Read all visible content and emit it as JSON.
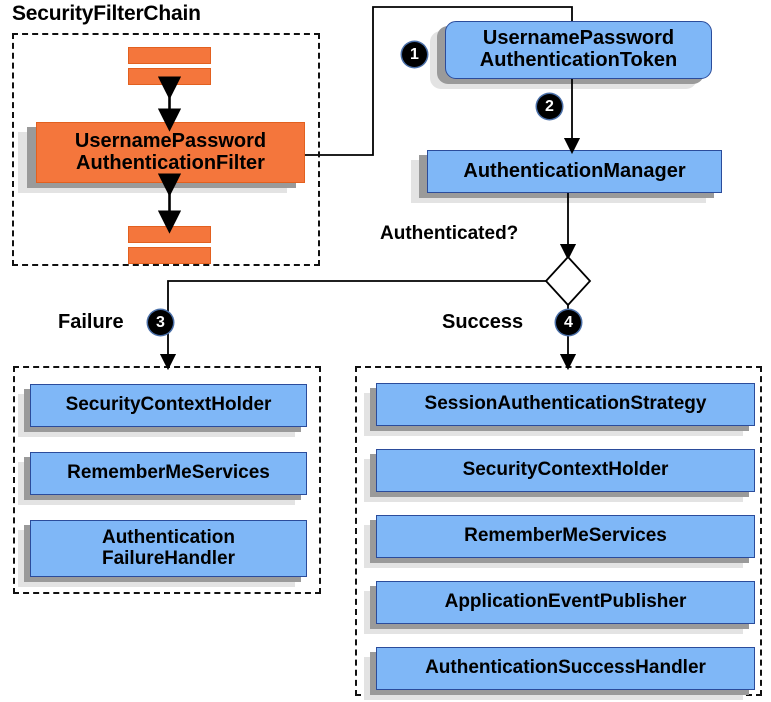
{
  "diagram": {
    "title": "SecurityFilterChain",
    "decision_label": "Authenticated?",
    "branches": {
      "failure": "Failure",
      "success": "Success"
    }
  },
  "steps": {
    "one": "1",
    "two": "2",
    "three": "3",
    "four": "4"
  },
  "filter_chain": {
    "title": "SecurityFilterChain",
    "filter": "UsernamePassword\nAuthenticationFilter",
    "bars": [
      "filter-bar-1",
      "filter-bar-2",
      "filter-bar-3",
      "filter-bar-4"
    ]
  },
  "flow": {
    "token": "UsernamePassword\nAuthenticationToken",
    "manager": "AuthenticationManager",
    "decision": "Authenticated?"
  },
  "failure_group": {
    "label": "Failure",
    "items": [
      "SecurityContextHolder",
      "RememberMeServices",
      "Authentication\nFailureHandler"
    ]
  },
  "success_group": {
    "label": "Success",
    "items": [
      "SessionAuthenticationStrategy",
      "SecurityContextHolder",
      "RememberMeServices",
      "ApplicationEventPublisher",
      "AuthenticationSuccessHandler"
    ]
  },
  "colors": {
    "blue_fill": "#7FB7F7",
    "blue_border": "#2B4C9B",
    "orange_fill": "#F4763C",
    "orange_border": "#E2601F",
    "shadow_dark": "#9A9A9A",
    "shadow_light": "#E3E3E3",
    "line": "#000000"
  }
}
